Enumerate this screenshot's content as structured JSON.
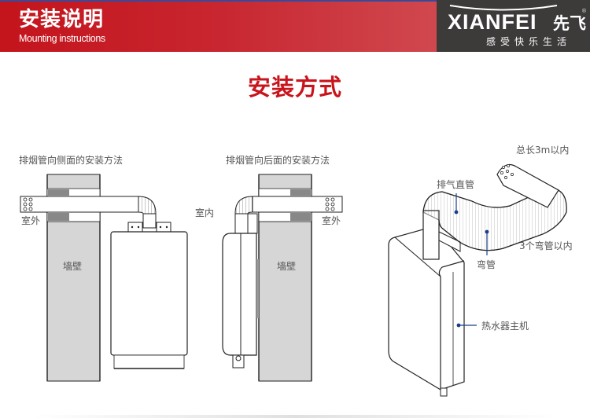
{
  "header": {
    "title": "安装说明",
    "subtitle": "Mounting instructions",
    "brand_color": "#c4141c"
  },
  "logo": {
    "brand_latin": "XIANFEI",
    "brand_cn": "先飞",
    "registered_mark": "®",
    "slogan": "感受快乐生活"
  },
  "section": {
    "title": "安装方式"
  },
  "diagram_side": {
    "caption": "排烟管向侧面的安装方法",
    "outdoor_label": "室外",
    "wall_label": "墙壁",
    "indoor_label": "室内"
  },
  "diagram_back": {
    "caption": "排烟管向后面的安装方法",
    "outdoor_label": "室外",
    "wall_label": "墙壁"
  },
  "diagram_3d": {
    "total_length_label": "总长3m以内",
    "exhaust_pipe_label": "排气直管",
    "elbow_count_label": "3个弯管以内",
    "elbow_label": "弯管",
    "heater_label": "热水器主机",
    "callout_color": "#1a3d8a"
  }
}
